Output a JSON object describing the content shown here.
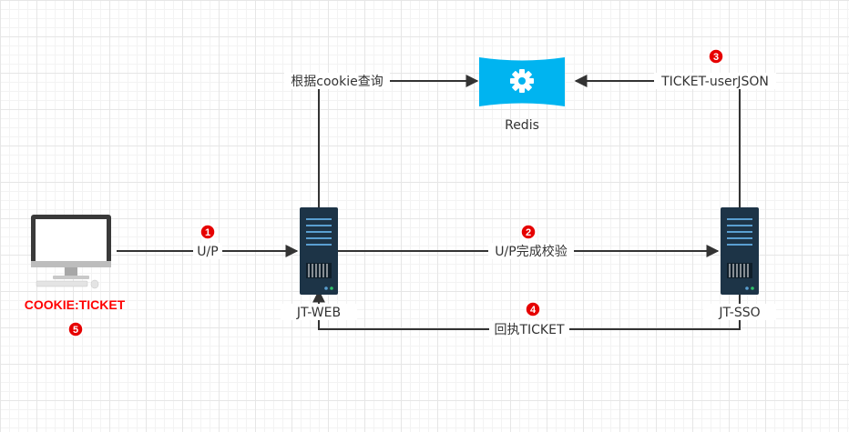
{
  "colors": {
    "line": "#333333",
    "badge": "#e60000",
    "badge_ring": "#ffffff",
    "cookie_text": "#ff0000",
    "redis_bg": "#00b4f0",
    "server_body": "#1d3447",
    "server_stripe": "#5a9fd1"
  },
  "nodes": {
    "client": {
      "icon": "desktop-monitor-icon",
      "label": "COOKIE:TICKET",
      "badge": "5"
    },
    "redis": {
      "icon": "gear-icon",
      "label": "Redis"
    },
    "jt_web": {
      "icon": "server-icon",
      "label": "JT-WEB"
    },
    "jt_sso": {
      "icon": "server-icon",
      "label": "JT-SSO"
    }
  },
  "edges": {
    "client_to_web": {
      "label": "U/P",
      "badge": "1"
    },
    "web_to_sso": {
      "label": "U/P完成校验",
      "badge": "2"
    },
    "sso_to_redis": {
      "label": "TICKET-userJSON",
      "badge": "3"
    },
    "sso_to_web": {
      "label": "回执TICKET",
      "badge": "4"
    },
    "web_to_redis": {
      "label": "根据cookie查询"
    }
  }
}
